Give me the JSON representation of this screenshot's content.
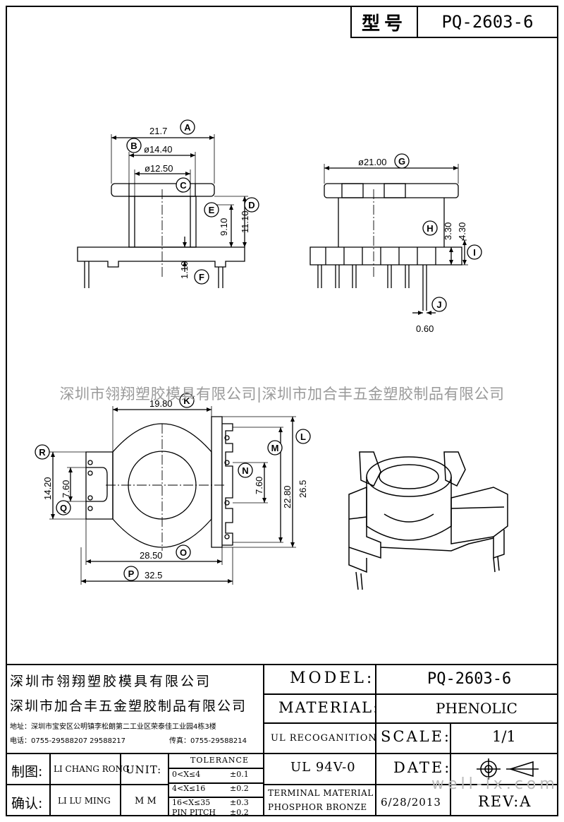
{
  "header": {
    "model_label": "型号",
    "model_value": "PQ-2603-6"
  },
  "dimensions": {
    "a": "21.7",
    "b": "ø14.40",
    "c": "ø12.50",
    "d": "11.10",
    "e": "9.10",
    "f": "1.10",
    "g": "ø21.00",
    "h": "3.30",
    "i": "4.30",
    "j": "0.60",
    "k": "19.80",
    "l": "26.5",
    "m": "22.80",
    "n": "7.60",
    "o": "28.50",
    "p": "32.5",
    "q": "7.60",
    "r": "14.20"
  },
  "callouts": [
    "A",
    "B",
    "C",
    "D",
    "E",
    "F",
    "G",
    "H",
    "I",
    "J",
    "K",
    "L",
    "M",
    "N",
    "O",
    "P",
    "Q",
    "R"
  ],
  "watermark": "深圳市翎翔塑胶模具有限公司|深圳市加合丰五金塑胶制品有限公司",
  "watermark_site": "well-lx.com",
  "title_block": {
    "company1": "深圳市翎翔塑胶模具有限公司",
    "company2": "深圳市加合丰五金塑胶制品有限公司",
    "address": "地址：深圳市宝安区公明镇李松朗第二工业区荣泰佳工业园4栋3楼",
    "phone": "电话：0755-29588207  29588217",
    "fax": "传真：0755-29588214",
    "drawn_label": "制图:",
    "drawn_by": "LI CHANG RONG",
    "checked_label": "确认:",
    "checked_by": "LI LU MING",
    "unit_label": "UNIT:",
    "unit_value": "M M",
    "tolerance_title": "TOLERANCE",
    "tolerance_rows": [
      {
        "range": "0<X≤4",
        "value": "±0.1"
      },
      {
        "range": "4<X≤16",
        "value": "±0.2"
      },
      {
        "range": "16<X≤35",
        "value": "±0.3"
      },
      {
        "range": "PIN PITCH",
        "value": "±0.2"
      }
    ],
    "model_label": "MODEL:",
    "model_value": "PQ-2603-6",
    "material_label": "MATERIAL:",
    "material_value": "PHENOLIC",
    "ul_label": "UL RECOGANITION",
    "ul_value": "UL 94V-0",
    "scale_label": "SCALE:",
    "scale_value": "1/1",
    "date_label": "DATE:",
    "date_value": "6/28/2013",
    "terminal_label": "TERMINAL MATERIAL",
    "terminal_value": "PHOSPHOR  BRONZE",
    "rev_label": "REV:A"
  }
}
